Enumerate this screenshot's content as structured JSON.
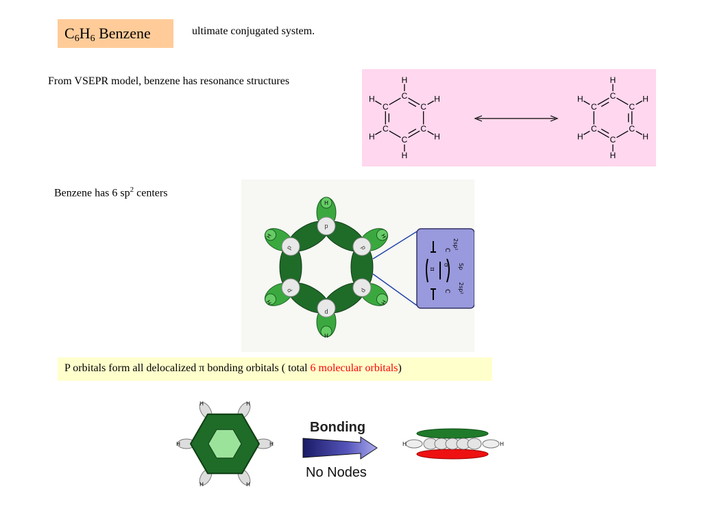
{
  "header": {
    "title_main": "C",
    "title_sub1": "6",
    "title_mid": "H",
    "title_sub2": "6",
    "title_tail": " Benzene",
    "subtitle": "ultimate conjugated system."
  },
  "resonance": {
    "caption": "From VSEPR model, benzene has resonance structures",
    "atom_carbon": "C",
    "atom_hydrogen": "H",
    "panel_color": "#ffd7ee"
  },
  "sp2": {
    "caption_main": "Benzene has 6 sp",
    "caption_sup": "2",
    "caption_tail": " centers",
    "orbital_label": "p",
    "inset_labels": [
      "C",
      "2sp²",
      "2sp²",
      "C",
      "π",
      "σ",
      "Sp"
    ],
    "inset_color": "#9999dd"
  },
  "pi_orbitals": {
    "caption_start": "P orbitals form all delocalized π bonding orbitals ( total ",
    "caption_red": "6 molecular orbitals",
    "caption_end": ")",
    "box_color": "#ffffcc",
    "highlight_color": "#ff0000"
  },
  "bonding": {
    "label_top": "Bonding",
    "label_bottom": "No Nodes",
    "atom_hydrogen": "H"
  }
}
